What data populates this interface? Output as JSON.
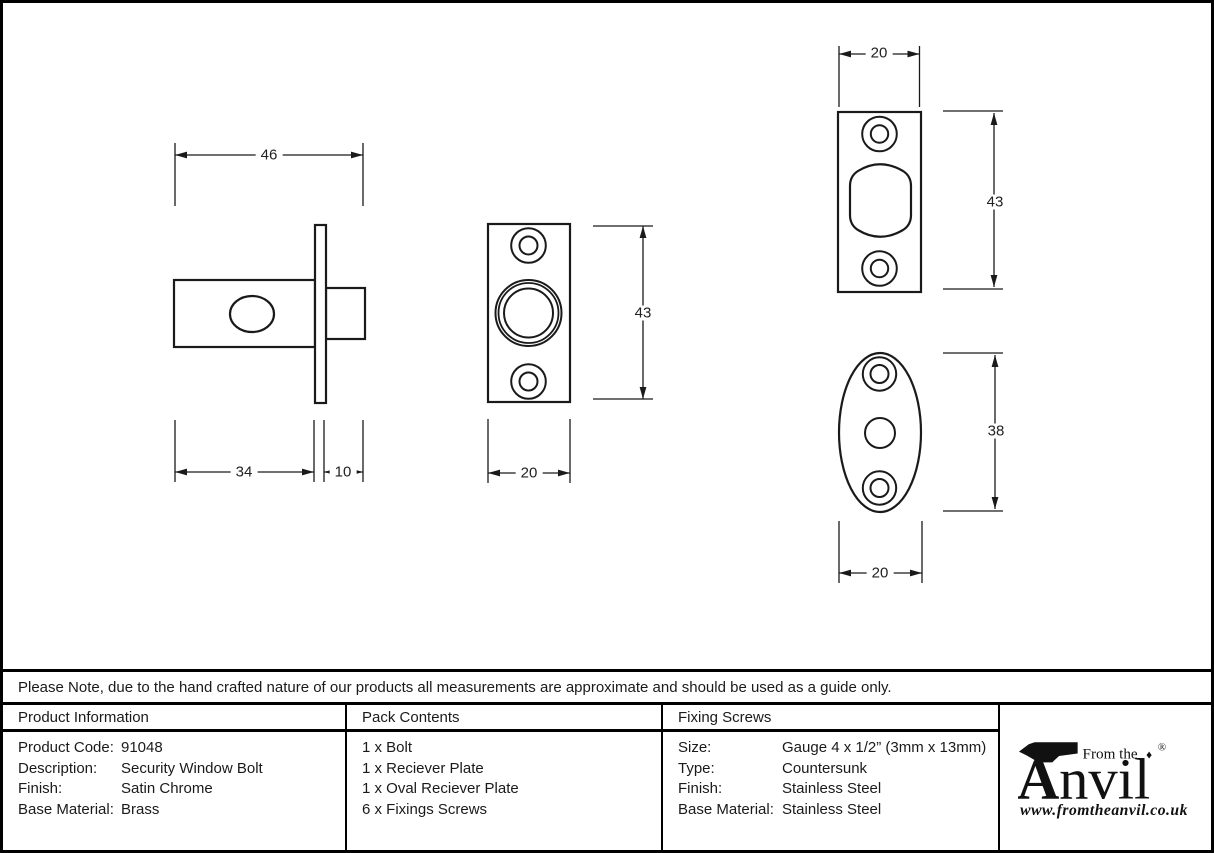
{
  "note": "Please Note, due to the hand crafted nature of our products all measurements are approximate and should be used as a guide only.",
  "dimensions": {
    "bolt_overall": "46",
    "bolt_body": "34",
    "bolt_end": "10",
    "bolt_face_width": "20",
    "bolt_face_height": "43",
    "receiver_width": "20",
    "receiver_height": "43",
    "oval_height": "38",
    "oval_width": "20"
  },
  "product_information": {
    "title": "Product Information",
    "rows": [
      {
        "label": "Product Code:",
        "value": "91048"
      },
      {
        "label": "Description:",
        "value": "Security Window Bolt"
      },
      {
        "label": "Finish:",
        "value": "Satin Chrome"
      },
      {
        "label": "Base Material:",
        "value": "Brass"
      }
    ]
  },
  "pack_contents": {
    "title": "Pack Contents",
    "items": [
      "1 x Bolt",
      "1 x Reciever Plate",
      "1 x Oval Reciever Plate",
      "6 x Fixings Screws"
    ]
  },
  "fixing_screws": {
    "title": "Fixing Screws",
    "rows": [
      {
        "label": "Size:",
        "value": "Gauge 4 x 1/2” (3mm x 13mm)"
      },
      {
        "label": "Type:",
        "value": "Countersunk"
      },
      {
        "label": "Finish:",
        "value": "Stainless Steel"
      },
      {
        "label": "Base Material:",
        "value": "Stainless Steel"
      }
    ]
  },
  "logo": {
    "tagline": "From the",
    "diamond": "♦",
    "brand_initial": "A",
    "brand_rest": "nvil",
    "registered": "®",
    "website": "www.fromtheanvil.co.uk"
  },
  "colors": {
    "line": "#1a1a1a",
    "background": "#ffffff"
  }
}
